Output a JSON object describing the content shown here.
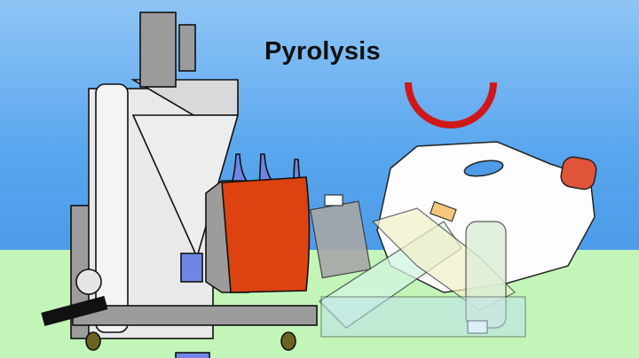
{
  "title": "Pyrolysis",
  "colors": {
    "sky_top": "#8ec5f6",
    "sky_bottom": "#4c9ce9",
    "ground": "#c3f5b9",
    "reactor": "#dd4211",
    "machine_body": "#e6e6e6",
    "machine_gray": "#9a9a9a",
    "accent_blue": "#6f86e8",
    "arrow_red": "#d01818",
    "cap_orange": "#e0543a"
  },
  "illustration": {
    "machine": "pyrolysis-machine",
    "items": [
      "plastic-jug",
      "plastic-bottles",
      "red-arc-indicator"
    ]
  }
}
